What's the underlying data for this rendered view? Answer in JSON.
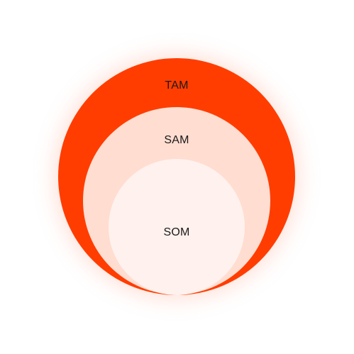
{
  "diagram": {
    "rings": [
      {
        "label": "TAM",
        "color": "#ff3d00"
      },
      {
        "label": "SAM",
        "color": "#ffddd1"
      },
      {
        "label": "SOM",
        "color": "#fff1ed"
      }
    ],
    "glow_color": "#ff9a7a",
    "background": "#ffffff"
  }
}
